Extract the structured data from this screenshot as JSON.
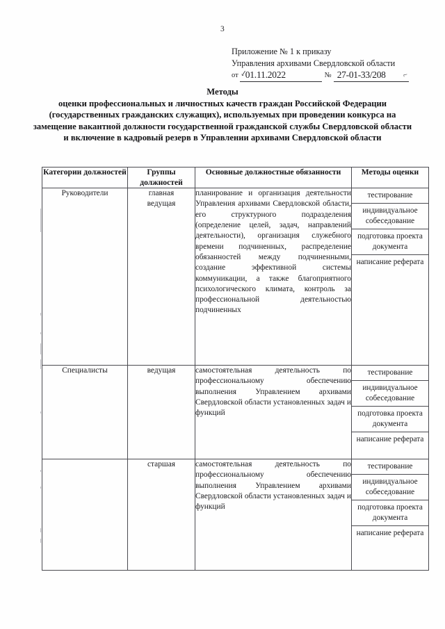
{
  "page": {
    "number": "3"
  },
  "appendix": {
    "line1": "Приложение № 1 к приказу",
    "line2": "Управления архивами Свердловской области",
    "date_label": "от",
    "date_value": "01.11.2022",
    "number_label": "№",
    "number_value": "27-01-33/208"
  },
  "title": {
    "head": "Методы",
    "line1": "оценки профессиональных и личностных качеств граждан Российской Федерации",
    "line2": "(государственных гражданских служащих), используемых при проведении",
    "line3": "конкурса на замещение вакантной должности государственной гражданской",
    "line4": "службы Свердловской области и включение в кадровый резерв в Управлении",
    "line5": "архивами Свердловской области"
  },
  "table": {
    "headers": [
      "Категории должностей",
      "Группы должностей",
      "Основные должностные обязанности",
      "Методы оценки"
    ],
    "rows": [
      {
        "category": "Руководители",
        "groups": "главная\nведущая",
        "duties": "планирование и организация деятельности Управления архивами Свердловской области, его структурного подразделения (определение целей, задач, направлений деятельности), организация служебного времени подчиненных, распределение обязанностей между подчиненными, создание эффективной системы коммуникации, а также благоприятного психологического климата, контроль за профессиональной деятельностью подчиненных",
        "methods": [
          "тестирование",
          "индивидуальное собеседование",
          "подготовка проекта документа",
          "написание реферата"
        ]
      },
      {
        "category": "Специалисты",
        "groups": "ведущая",
        "duties": "самостоятельная деятельность по профессиональному обеспечению выполнения Управлением архивами Свердловской области установленных задач и функций",
        "methods": [
          "тестирование",
          "индивидуальное собеседование",
          "подготовка проекта документа",
          "написание реферата"
        ]
      },
      {
        "category": "",
        "groups": "старшая",
        "duties": "самостоятельная деятельность по профессиональному обеспечению выполнения Управлением архивами Свердловской области установленных задач и функций",
        "methods": [
          "тестирование",
          "индивидуальное собеседование",
          "подготовка проекта документа",
          "написание реферата"
        ]
      }
    ]
  }
}
